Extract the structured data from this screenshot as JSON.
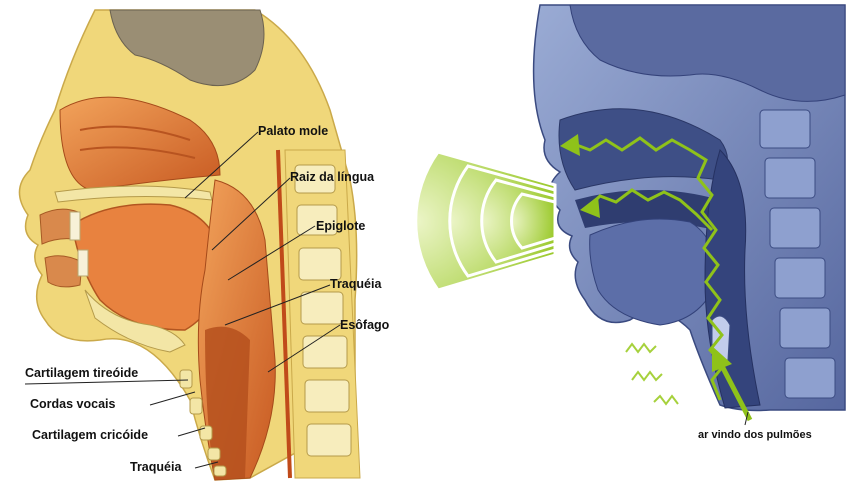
{
  "left_panel": {
    "labels": {
      "palato_mole": "Palato mole",
      "raiz_da_lingua": "Raiz da língua",
      "epiglote": "Epiglote",
      "traqueia_top": "Traquéia",
      "esofago": "Esôfago",
      "cartilagem_tireoide": "Cartilagem tireóide",
      "cordas_vocais": "Cordas vocais",
      "cartilagem_cricoide": "Cartilagem cricóide",
      "traqueia_bottom": "Traquéia"
    }
  },
  "right_panel": {
    "labels": {
      "ar_vindo": "ar vindo dos pulmões"
    }
  },
  "colors": {
    "tissue_orange": "#e07a35",
    "skin_yellow": "#f0d77a",
    "bone_cream": "#f3e6a6",
    "blue_tissue": "#7f95c4",
    "blue_dark": "#3e4f86",
    "sound_green": "#a6d13c",
    "arrow_green": "#8fc21a"
  }
}
